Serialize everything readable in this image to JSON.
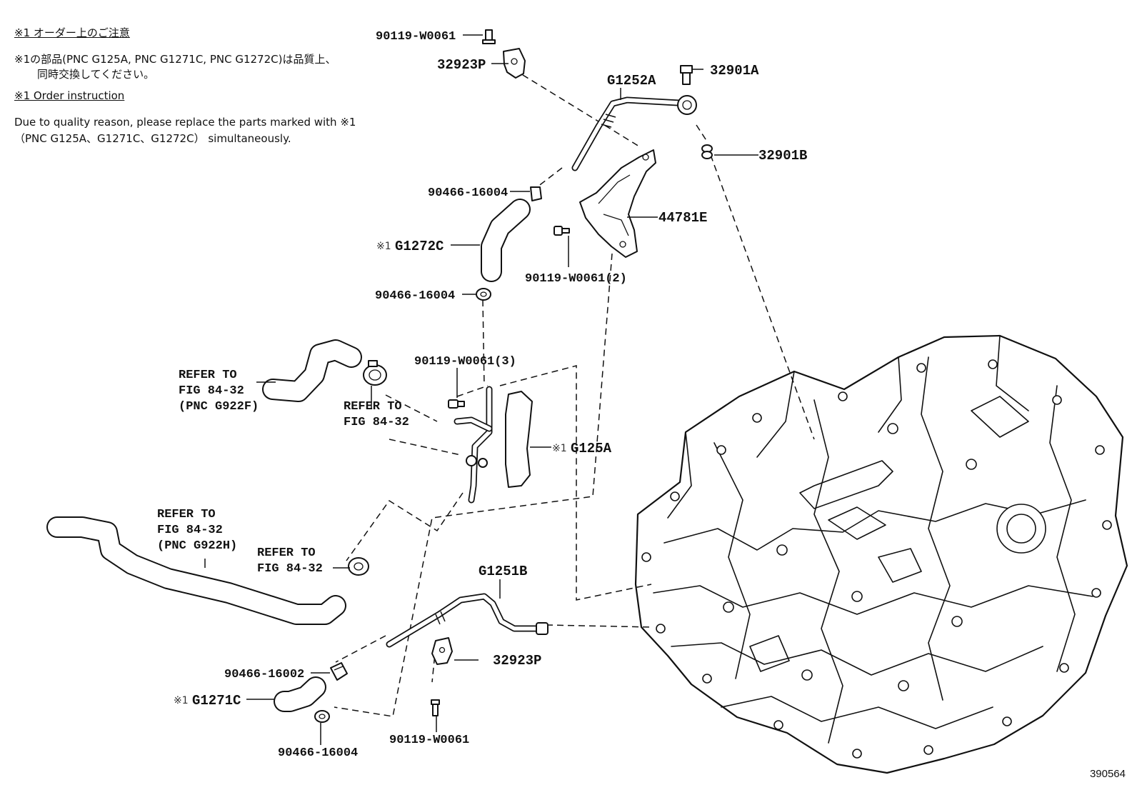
{
  "notes": {
    "jp_heading": "※1 オーダー上のご注意",
    "jp_line1": "※1の部品(PNC G125A, PNC G1271C, PNC G1272C)は品質上、",
    "jp_line2": "同時交換してください。",
    "en_heading": "※1 Order instruction",
    "en_line1": "Due to quality reason, please replace the parts marked with ※1",
    "en_line2": "（PNC G125A、G1271C、G1272C） simultaneously."
  },
  "marker": "※1",
  "part_labels": {
    "bolt_top": "90119-W0061",
    "bracket_top": "32923P",
    "union_bolt": "32901A",
    "gasket": "32901B",
    "pipe_upper": "G1252A",
    "clamp_upper": "90466-16004",
    "bracket_44781E": "44781E",
    "hose_g1272c": "G1272C",
    "bolt_2": "90119-W0061(2)",
    "clamp_mid": "90466-16004",
    "bolt_3": "90119-W0061(3)",
    "cooler": "G125A",
    "pipe_lower": "G1251B",
    "bracket_lower": "32923P",
    "clamp_16002": "90466-16002",
    "hose_g1271c": "G1271C",
    "clamp_bottom": "90466-16004",
    "bolt_bottom": "90119-W0061"
  },
  "references": {
    "ref_a": [
      "REFER TO",
      "FIG 84-32",
      "(PNC G922F)"
    ],
    "ref_b": [
      "REFER TO",
      "FIG 84-32"
    ],
    "ref_c": [
      "REFER TO",
      "FIG 84-32",
      "(PNC G922H)"
    ],
    "ref_d": [
      "REFER TO",
      "FIG 84-32"
    ]
  },
  "diagram_id": "390564"
}
